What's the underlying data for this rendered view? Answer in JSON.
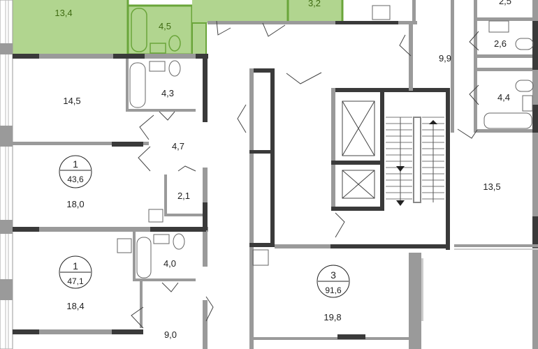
{
  "colors": {
    "selected_fill": "#b1d58f",
    "selected_stroke": "#6aa53a",
    "wall_dark": "#3a3a3a",
    "wall_light": "#9a9a9a",
    "label": "#222222",
    "label_selected": "#3f6b12"
  },
  "apartments": [
    {
      "rooms": "1",
      "total_area": "43,6"
    },
    {
      "rooms": "1",
      "total_area": "47,1"
    },
    {
      "rooms": "3",
      "total_area": "91,6"
    }
  ],
  "rooms": {
    "selected_living": "13,4",
    "selected_bath": "4,5",
    "selected_hall": "3,2",
    "top_right_partial": "2,5",
    "right_wc": "2,6",
    "right_hall": "9,9",
    "right_bath": "4,4",
    "right_room": "13,5",
    "left_room_1": "14,5",
    "left_bath_1": "4,3",
    "left_hall_1": "4,7",
    "left_room_2": "18,0",
    "left_storage_2": "2,1",
    "left_bath_3": "4,0",
    "left_room_3": "18,4",
    "left_hall_3": "9,0",
    "center_room": "19,8"
  }
}
